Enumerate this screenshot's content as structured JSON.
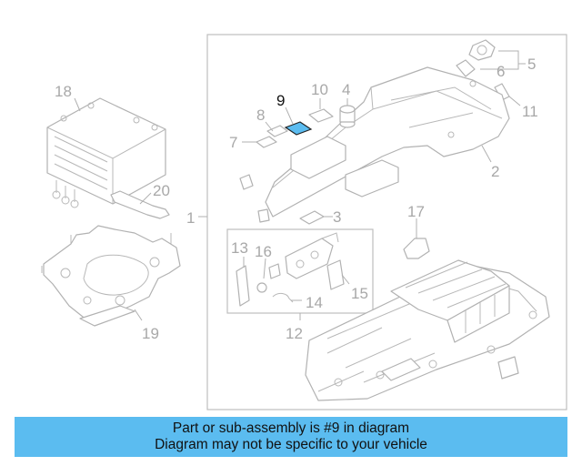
{
  "highlight_color": "#5bbcf0",
  "callouts": {
    "c1": "1",
    "c2": "2",
    "c3": "3",
    "c4": "4",
    "c5": "5",
    "c6": "6",
    "c7": "7",
    "c8": "8",
    "c9": "9",
    "c10": "10",
    "c11": "11",
    "c12": "12",
    "c13": "13",
    "c14": "14",
    "c15": "15",
    "c16": "16",
    "c17": "17",
    "c18": "18",
    "c19": "19",
    "c20": "20"
  },
  "banner": {
    "line1": "Part or sub-assembly is #9 in diagram",
    "line2": "Diagram may not be specific to your vehicle"
  }
}
